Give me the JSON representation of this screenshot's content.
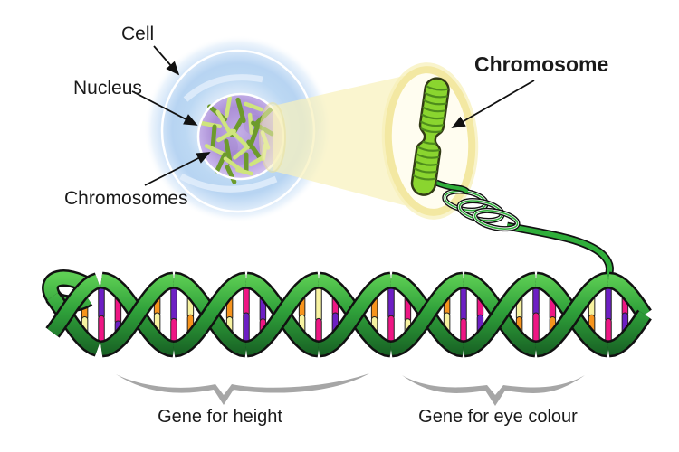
{
  "diagram": {
    "labels": {
      "cell": "Cell",
      "nucleus": "Nucleus",
      "chromosomes": "Chromosomes",
      "chromosome": "Chromosome",
      "gene_height": "Gene for height",
      "gene_eye": "Gene for eye colour"
    },
    "colors": {
      "cell_blue": "#bcd8f3",
      "cell_blue_light": "#e9f2fc",
      "nucleus_purple": "#b299dd",
      "nucleus_purple_light": "#d3c4ee",
      "chromatin_dark": "#6d9b2b",
      "chromatin_light": "#cfe57d",
      "chromosome_green": "#8ad52f",
      "chromosome_band": "#4e8c1c",
      "chromosome_outline": "#333b16",
      "beam_yellow": "#f8f1bd",
      "lens_ring": "#f3e8a2",
      "lens_fill": "#fffdf0",
      "coil_green": "#2fae3a",
      "helix_bright": "#5ecf54",
      "helix_mid": "#2fa03a",
      "helix_dark": "#175f23",
      "brace_gray": "#a6a6a6",
      "text": "#1a1a1a",
      "rung_orange": "#f7941d",
      "rung_yellow": "#f7f2a0",
      "rung_magenta": "#ee1684",
      "rung_purple": "#6d1fc4"
    },
    "dna_rungs": [
      {
        "top": "orange",
        "bottom": "yellow",
        "split": 0.6
      },
      {
        "top": "purple",
        "bottom": "magenta",
        "split": 0.55
      },
      {
        "top": "magenta",
        "bottom": "purple",
        "split": 0.7
      },
      {
        "top": "orange",
        "bottom": "yellow",
        "split": 0.5
      },
      {
        "top": "purple",
        "bottom": "magenta",
        "split": 0.6
      },
      {
        "top": "yellow",
        "bottom": "orange",
        "split": 0.55
      },
      {
        "top": "orange",
        "bottom": "yellow",
        "split": 0.6
      },
      {
        "top": "magenta",
        "bottom": "purple",
        "split": 0.5
      },
      {
        "top": "purple",
        "bottom": "magenta",
        "split": 0.65
      },
      {
        "top": "orange",
        "bottom": "yellow",
        "split": 0.55
      },
      {
        "top": "yellow",
        "bottom": "magenta",
        "split": 0.6
      },
      {
        "top": "magenta",
        "bottom": "purple",
        "split": 0.5
      },
      {
        "top": "orange",
        "bottom": "yellow",
        "split": 0.6
      },
      {
        "top": "purple",
        "bottom": "magenta",
        "split": 0.55
      },
      {
        "top": "magenta",
        "bottom": "yellow",
        "split": 0.65
      },
      {
        "top": "orange",
        "bottom": "yellow",
        "split": 0.5
      },
      {
        "top": "purple",
        "bottom": "magenta",
        "split": 0.6
      },
      {
        "top": "magenta",
        "bottom": "purple",
        "split": 0.55
      },
      {
        "top": "yellow",
        "bottom": "orange",
        "split": 0.6
      },
      {
        "top": "purple",
        "bottom": "magenta",
        "split": 0.5
      },
      {
        "top": "magenta",
        "bottom": "orange",
        "split": 0.6
      },
      {
        "top": "yellow",
        "bottom": "orange",
        "split": 0.55
      },
      {
        "top": "purple",
        "bottom": "magenta",
        "split": 0.6
      },
      {
        "top": "magenta",
        "bottom": "purple",
        "split": 0.5
      }
    ]
  }
}
